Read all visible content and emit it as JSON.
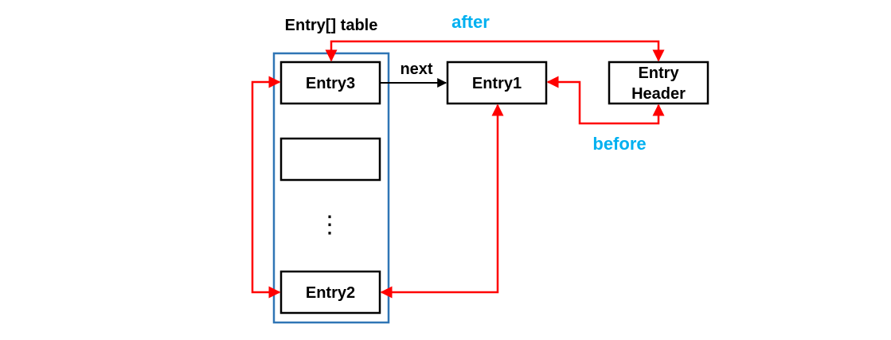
{
  "diagram": {
    "table_title": "Entry[] table",
    "nodes": {
      "entry3": "Entry3",
      "entry1": "Entry1",
      "entry2": "Entry2",
      "header_line1": "Entry",
      "header_line2": "Header",
      "empty_slot": "",
      "ellipsis": "⋮"
    },
    "edge_labels": {
      "next": "next",
      "after": "after",
      "before": "before"
    },
    "colors": {
      "table_border": "#2F75B5",
      "link_red": "#FF0000",
      "label_blue": "#00B0F0",
      "box_border": "#000000"
    }
  }
}
